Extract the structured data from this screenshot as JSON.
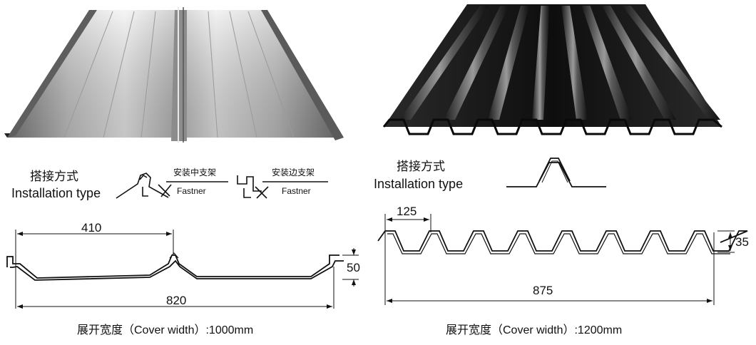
{
  "left_panel": {
    "install_title_cn": "搭接方式",
    "install_title_en": "Installation type",
    "fastener_middle_cn": "安装中支架",
    "fastener_middle_en": "Fastner",
    "fastener_edge_cn": "安装边支架",
    "fastener_edge_en": "Fastner",
    "dim_rib_spacing": "410",
    "dim_height": "50",
    "dim_width": "820",
    "footer": "展开宽度（Cover width）:1000mm"
  },
  "right_panel": {
    "install_title_cn": "搭接方式",
    "install_title_en": "Installation type",
    "dim_pitch": "125",
    "dim_height": "35",
    "dim_width": "875",
    "footer": "展开宽度（Cover width）:1200mm"
  },
  "colors": {
    "line": "#111111",
    "left_sheet_light": "#e4e4e4",
    "left_sheet_mid": "#a8a8a8",
    "left_sheet_dark": "#6e6e6e",
    "right_sheet_dark": "#161616",
    "right_sheet_highlight": "#8a8a8a"
  }
}
